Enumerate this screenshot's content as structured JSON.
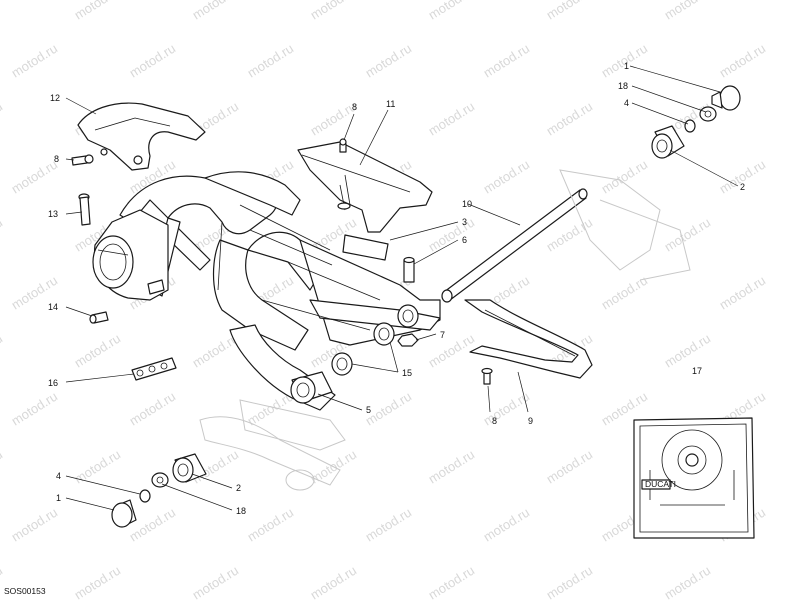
{
  "watermark": {
    "text": "motod.ru"
  },
  "diagram_code": "SOS00153",
  "kit_label": "DUCATI",
  "callouts": [
    {
      "id": "c1a",
      "label": "1"
    },
    {
      "id": "c18a",
      "label": "18"
    },
    {
      "id": "c4a",
      "label": "4"
    },
    {
      "id": "c2a",
      "label": "2"
    },
    {
      "id": "c12",
      "label": "12"
    },
    {
      "id": "c8a",
      "label": "8"
    },
    {
      "id": "c8b",
      "label": "8"
    },
    {
      "id": "c11",
      "label": "11"
    },
    {
      "id": "c10",
      "label": "10"
    },
    {
      "id": "c3",
      "label": "3"
    },
    {
      "id": "c6",
      "label": "6"
    },
    {
      "id": "c13",
      "label": "13"
    },
    {
      "id": "c14",
      "label": "14"
    },
    {
      "id": "c7",
      "label": "7"
    },
    {
      "id": "c15",
      "label": "15"
    },
    {
      "id": "c16",
      "label": "16"
    },
    {
      "id": "c5",
      "label": "5"
    },
    {
      "id": "c8c",
      "label": "8"
    },
    {
      "id": "c9",
      "label": "9"
    },
    {
      "id": "c17",
      "label": "17"
    },
    {
      "id": "c4b",
      "label": "4"
    },
    {
      "id": "c2b",
      "label": "2"
    },
    {
      "id": "c1b",
      "label": "1"
    },
    {
      "id": "c18b",
      "label": "18"
    }
  ]
}
